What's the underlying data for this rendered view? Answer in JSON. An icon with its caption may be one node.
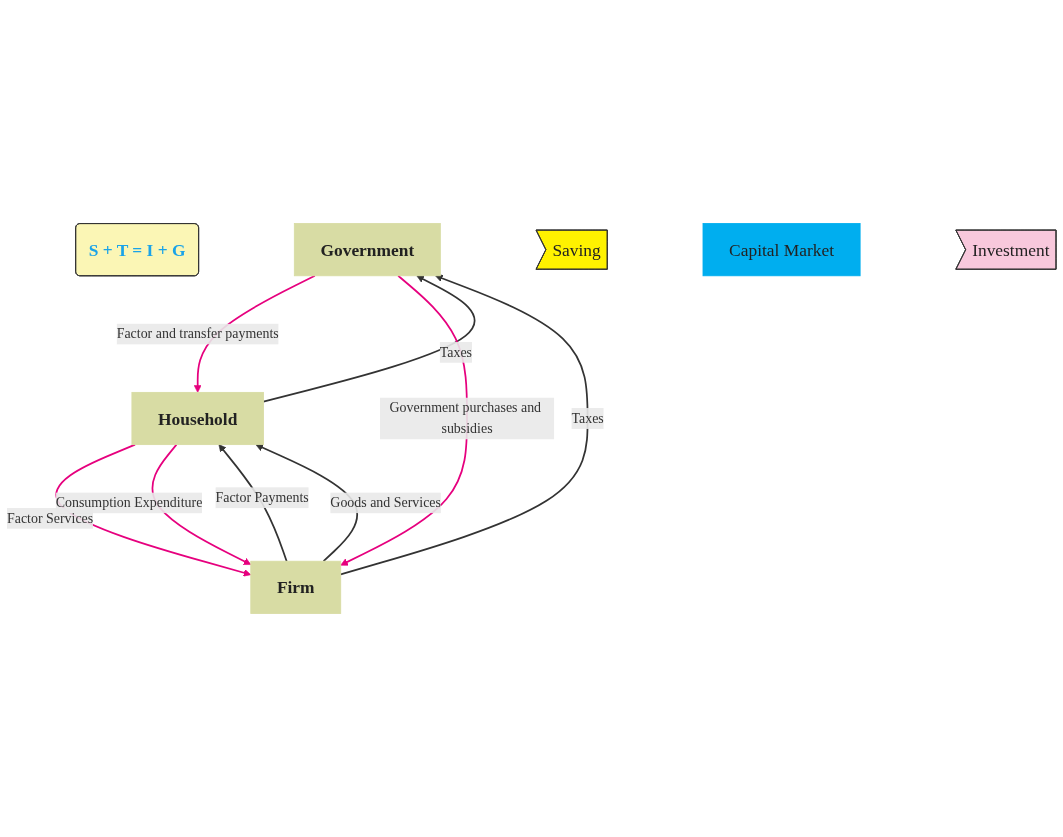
{
  "diagram": {
    "nodes": [
      {
        "text": [
          "S + T = I + G"
        ]
      },
      {
        "text": [
          "Government"
        ]
      },
      {
        "text": [
          "Household"
        ]
      },
      {
        "text": [
          "Saving"
        ]
      },
      {
        "text": [
          "Capital Market"
        ]
      },
      {
        "text": [
          "Investment"
        ]
      },
      {
        "text": [
          "Firm"
        ]
      }
    ],
    "edges": [
      {
        "from": 2,
        "to": 1,
        "arrow": "to",
        "label": "Taxes"
      },
      {
        "from": 1,
        "to": 2,
        "arrow": "to",
        "label": "Factor and transfer payments",
        "color": "#e6007e"
      },
      {
        "from": 6,
        "to": 1,
        "arrow": "to",
        "label": "Taxes"
      },
      {
        "from": 1,
        "to": 6,
        "arrow": "to",
        "label": "Government purchases and subsidies",
        "color": "#e6007e"
      },
      {
        "from": 6,
        "to": 2,
        "arrow": "to",
        "label": "Factor Payments"
      },
      {
        "from": 2,
        "to": 6,
        "arrow": "to",
        "label": "Factor Services",
        "color": "#e6007e"
      },
      {
        "from": 6,
        "to": 2,
        "arrow": "to",
        "label": "Goods and Services"
      },
      {
        "from": 2,
        "to": 6,
        "arrow": "to",
        "label": "Consumption Expenditure",
        "color": "#e6007e"
      }
    ]
  }
}
